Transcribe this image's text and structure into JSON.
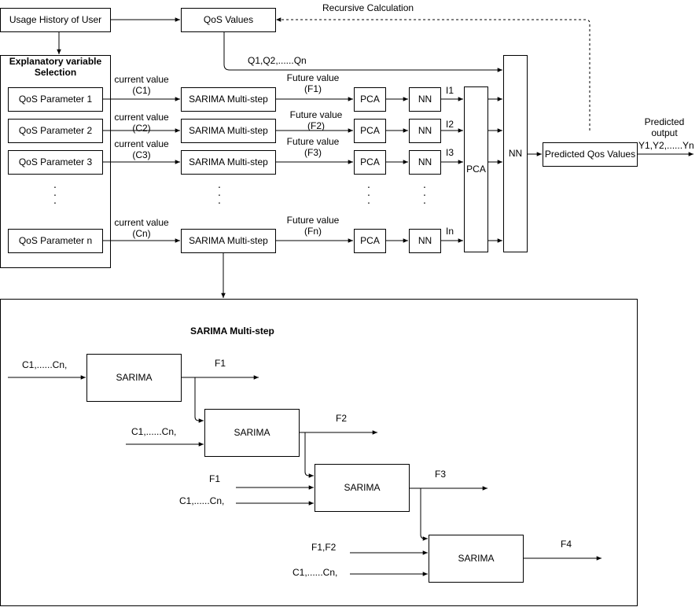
{
  "top": {
    "usage_history": "Usage History of User",
    "qos_values": "QoS Values",
    "recursive_calc": "Recursive Calculation",
    "q_sequence": "Q1,Q2,......Qn"
  },
  "selection": {
    "title": "Explanatory variable Selection",
    "params": [
      "QoS Parameter 1",
      "QoS Parameter 2",
      "QoS Parameter 3",
      "QoS Parameter n"
    ],
    "dots": ". . ."
  },
  "rows": [
    {
      "current_label": "current value",
      "c": "(C1)",
      "sarima": "SARIMA Multi-step",
      "future_label": "Future value",
      "f": "(F1)",
      "pca": "PCA",
      "nn": "NN",
      "i": "I1"
    },
    {
      "current_label": "current value",
      "c": "(C2)",
      "sarima": "SARIMA Multi-step",
      "future_label": "Future value",
      "f": "(F2)",
      "pca": "PCA",
      "nn": "NN",
      "i": "I2"
    },
    {
      "current_label": "current value",
      "c": "(C3)",
      "sarima": "SARIMA Multi-step",
      "future_label": "Future value",
      "f": "(F3)",
      "pca": "PCA",
      "nn": "NN",
      "i": "I3"
    },
    {
      "current_label": "current value",
      "c": "(Cn)",
      "sarima": "SARIMA Multi-step",
      "future_label": "Future value",
      "f": "(Fn)",
      "pca": "PCA",
      "nn": "NN",
      "i": "In"
    }
  ],
  "big_pca": "PCA",
  "big_nn": "NN",
  "predicted_box": "Predicted Qos Values",
  "predicted_output": "Predicted output",
  "y_sequence": "Y1,Y2,......Yn",
  "detail": {
    "title": "SARIMA Multi-step",
    "blocks": [
      "SARIMA",
      "SARIMA",
      "SARIMA",
      "SARIMA"
    ],
    "outputs": [
      "F1",
      "F2",
      "F3",
      "F4"
    ],
    "inputs": {
      "b1": "C1,......Cn,",
      "b2": "C1,......Cn,",
      "b3_f": "F1",
      "b3_c": "C1,......Cn,",
      "b4_f": "F1,F2",
      "b4_c": "C1,......Cn,"
    }
  }
}
